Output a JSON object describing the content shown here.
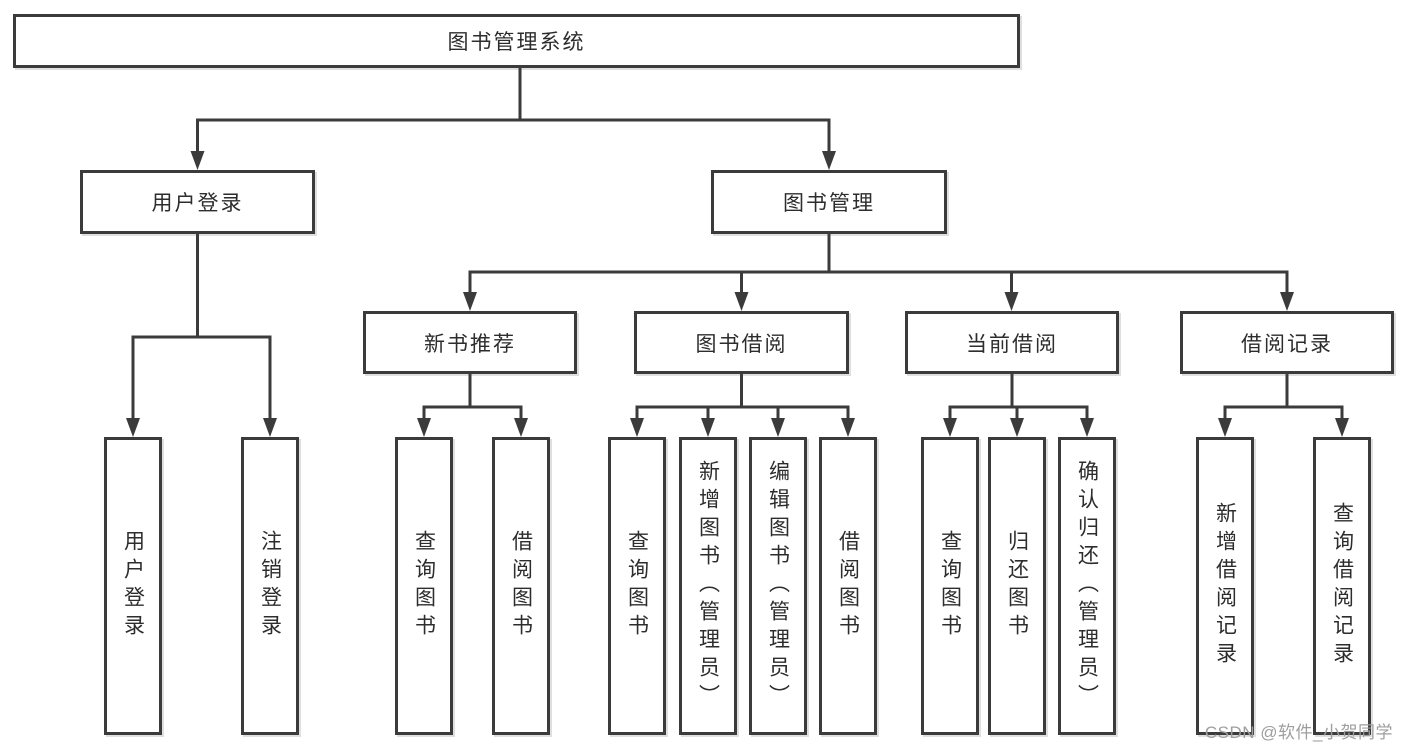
{
  "diagram": {
    "root": {
      "label": "图书管理系统"
    },
    "level1": [
      {
        "label": "用户登录"
      },
      {
        "label": "图书管理"
      }
    ],
    "level2": [
      {
        "label": "新书推荐"
      },
      {
        "label": "图书借阅"
      },
      {
        "label": "当前借阅"
      },
      {
        "label": "借阅记录"
      }
    ],
    "leaves": {
      "user_login": [
        "用户登录",
        "注销登录"
      ],
      "new_books": [
        "查询图书",
        "借阅图书"
      ],
      "book_borrow": [
        "查询图书",
        "新增图书（管理员）",
        "编辑图书（管理员）",
        "借阅图书"
      ],
      "current_borrow": [
        "查询图书",
        "归还图书",
        "确认归还（管理员）"
      ],
      "borrow_records": [
        "新增借阅记录",
        "查询借阅记录"
      ]
    }
  },
  "watermark": {
    "text": "CSDN @软件_小贺同学",
    "color": "#9e9e9e"
  },
  "colors": {
    "line": "#3b3b3b",
    "box_border": "#3b3b3b",
    "text": "#2d2d2d",
    "background": "#ffffff"
  }
}
